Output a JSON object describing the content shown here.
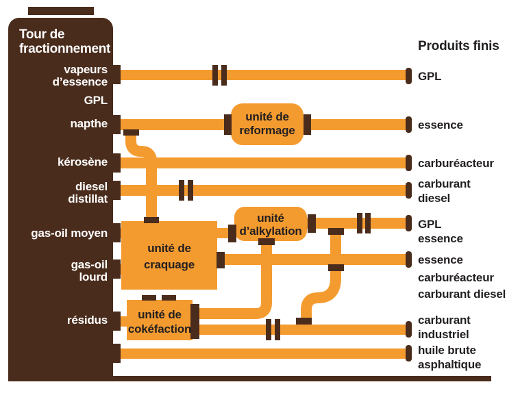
{
  "colors": {
    "pipe_orange": "#F49B30",
    "dark_brown": "#4A2C1C",
    "label_dark": "#231F20",
    "tower_text": "#FFFFFF"
  },
  "tower": {
    "title": "Tour de\nfractionnement",
    "outputs": [
      "vapeurs\nd’essence",
      "GPL",
      "napthe",
      "kérosène",
      "diesel\ndistillat",
      "gas-oil moyen",
      "gas-oil\nlourd",
      "résidus"
    ]
  },
  "units": {
    "reformage": "unité de\nreformage",
    "craquage": "unité de\ncraquage",
    "alkylation": "unité\nd’alkylation",
    "cokefaction": "unité de\ncokéfaction"
  },
  "products": {
    "header": "Produits finis",
    "items": [
      "GPL",
      "essence",
      "carburéacteur",
      "carburant\ndiesel",
      "GPL",
      "essence",
      "essence",
      "carburéacteur",
      "carburant diesel",
      "carburant\nindustriel",
      "huile brute\nasphaltique"
    ]
  }
}
